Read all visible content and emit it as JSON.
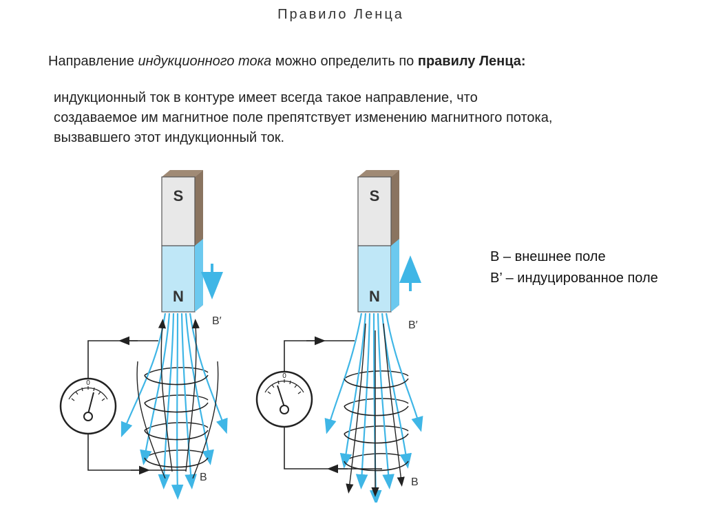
{
  "title": "Правило Ленца",
  "intro": {
    "prefix": "Направление ",
    "italic": "индукционного  тока",
    "middle": " можно определить по ",
    "bold": "правилу Ленца:"
  },
  "rule_lines": [
    "индукционный ток в контуре имеет всегда такое направление, что",
    "создаваемое им магнитное поле препятствует изменению магнитного потока,",
    "вызвавшего этот индукционный ток."
  ],
  "legend": {
    "line1": "B – внешнее поле",
    "line2": "B’ – индуцированное поле"
  },
  "figures": {
    "left": {
      "pole_top": "S",
      "pole_bottom": "N",
      "label_induced": "B′",
      "label_external": "B",
      "magnet_motion": "down"
    },
    "right": {
      "pole_top": "S",
      "pole_bottom": "N",
      "label_induced": "B′",
      "label_external": "B",
      "magnet_motion": "up"
    },
    "meter_zero": "0"
  },
  "colors": {
    "field_lines": "#3fb6e6",
    "magnet_north": "#bfe7f7",
    "magnet_south": "#e8e8e8",
    "magnet_side": "#8a7460",
    "wire": "#222222"
  }
}
